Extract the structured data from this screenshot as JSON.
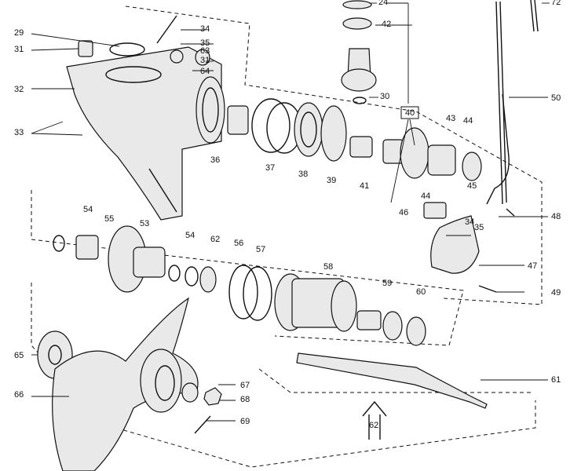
{
  "diagram": {
    "labels": [
      "24",
      "72",
      "34",
      "42",
      "29",
      "35",
      "63",
      "31",
      "31",
      "64",
      "32",
      "30",
      "50",
      "40",
      "43",
      "44",
      "33",
      "36",
      "37",
      "38",
      "39",
      "41",
      "45",
      "44",
      "46",
      "54",
      "55",
      "53",
      "34",
      "35",
      "48",
      "54",
      "62",
      "56",
      "57",
      "47",
      "58",
      "59",
      "60",
      "49",
      "65",
      "67",
      "61",
      "66",
      "68",
      "69",
      "62"
    ]
  }
}
